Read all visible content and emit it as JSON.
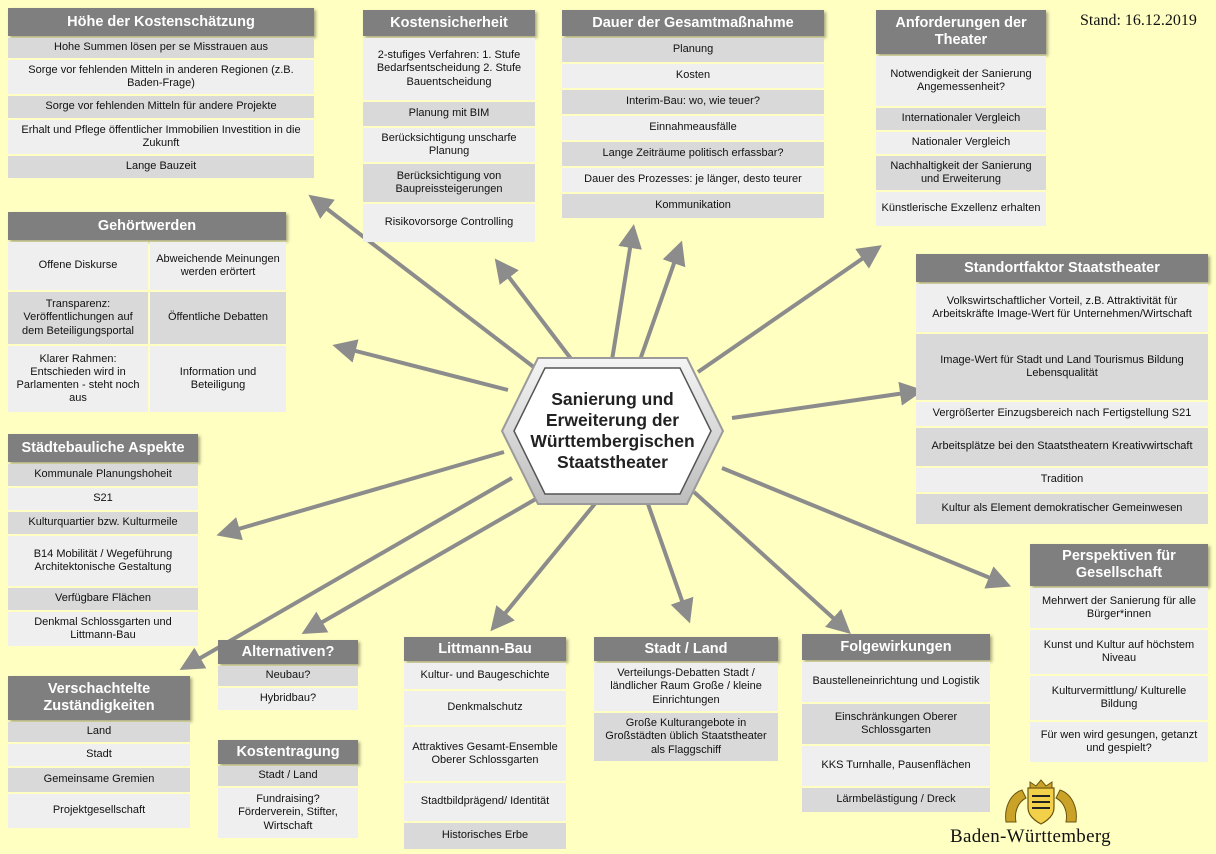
{
  "stand": "Stand: 16.12.2019",
  "center": [
    "Sanierung und",
    "Erweiterung der",
    "Württembergischen",
    "Staatstheater"
  ],
  "hoehe": {
    "title": "Höhe der Kostenschätzung",
    "items": [
      "Hohe Summen lösen per se Misstrauen aus",
      "Sorge vor fehlenden Mitteln in anderen Regionen (z.B. Baden-Frage)",
      "Sorge vor fehlenden Mitteln für andere Projekte",
      "Erhalt und Pflege öffentlicher Immobilien Investition in die Zukunft",
      "Lange Bauzeit"
    ]
  },
  "kostensicherheit": {
    "title": "Kostensicherheit",
    "items": [
      "2-stufiges Verfahren: 1. Stufe Bedarfsentscheidung 2. Stufe Bauentscheidung",
      "Planung mit BIM",
      "Berücksichtigung unscharfe Planung",
      "Berücksichtigung von Baupreissteigerungen",
      "Risikovorsorge Controlling"
    ]
  },
  "dauer": {
    "title": "Dauer der Gesamtmaßnahme",
    "items": [
      "Planung",
      "Kosten",
      "Interim-Bau: wo, wie teuer?",
      "Einnahmeausfälle",
      "Lange Zeiträume politisch erfassbar?",
      "Dauer des Prozesses: je länger, desto teurer",
      "Kommunikation"
    ]
  },
  "anforderungen": {
    "title": "Anforderungen der Theater",
    "items": [
      "Notwendigkeit der Sanierung Angemessenheit?",
      "Internationaler Vergleich",
      "Nationaler Vergleich",
      "Nachhaltigkeit der Sanierung und Erweiterung",
      "Künstlerische Exzellenz erhalten"
    ]
  },
  "gehoert": {
    "title": "Gehörtwerden",
    "items": [
      "Offene Diskurse",
      "Abweichende Meinungen werden erörtert",
      "Transparenz: Veröffentlichungen auf dem Beteiligungsportal",
      "Öffentliche Debatten",
      "Klarer Rahmen: Entschieden wird in Parlamenten - steht noch aus",
      "Information und Beteiligung"
    ]
  },
  "standort": {
    "title": "Standortfaktor Staatstheater",
    "items": [
      "Volkswirtschaftlicher Vorteil, z.B. Attraktivität für Arbeitskräfte Image-Wert für Unternehmen/Wirtschaft",
      "Image-Wert für Stadt und Land Tourismus Bildung Lebensqualität",
      "Vergrößerter Einzugsbereich nach Fertigstellung S21",
      "Arbeitsplätze bei den Staatstheatern Kreativwirtschaft",
      "Tradition",
      "Kultur als Element demokratischer Gemeinwesen"
    ]
  },
  "staedtebau": {
    "title": "Städtebauliche Aspekte",
    "items": [
      "Kommunale Planungshoheit",
      "S21",
      "Kulturquartier bzw. Kulturmeile",
      "B14 Mobilität / Wegeführung Architektonische Gestaltung",
      "Verfügbare Flächen",
      "Denkmal Schlossgarten und Littmann-Bau"
    ]
  },
  "perspektiven": {
    "title": "Perspektiven für Gesellschaft",
    "items": [
      "Mehrwert der Sanierung für alle Bürger*innen",
      "Kunst und Kultur auf höchstem Niveau",
      "Kulturvermittlung/ Kulturelle Bildung",
      "Für wen wird gesungen, getanzt und gespielt?"
    ]
  },
  "verschachtelt": {
    "title": "Verschachtelte Zuständigkeiten",
    "items": [
      "Land",
      "Stadt",
      "Gemeinsame Gremien",
      "Projektgesellschaft"
    ]
  },
  "alternativen": {
    "title": "Alternativen?",
    "items": [
      "Neubau?",
      "Hybridbau?"
    ]
  },
  "kostentragung": {
    "title": "Kostentragung",
    "items": [
      "Stadt / Land",
      "Fundraising? Förderverein, Stifter, Wirtschaft"
    ]
  },
  "littmann": {
    "title": "Littmann-Bau",
    "items": [
      "Kultur- und Baugeschichte",
      "Denkmalschutz",
      "Attraktives Gesamt-Ensemble Oberer Schlossgarten",
      "Stadtbildprägend/ Identität",
      "Historisches Erbe"
    ]
  },
  "stadtland": {
    "title": "Stadt / Land",
    "items": [
      "Verteilungs-Debatten Stadt / ländlicher Raum Große / kleine Einrichtungen",
      "Große Kulturangebote in Großstädten üblich Staatstheater als Flaggschiff"
    ]
  },
  "folge": {
    "title": "Folgewirkungen",
    "items": [
      "Baustelleneinrichtung und Logistik",
      "Einschränkungen Oberer Schlossgarten",
      "KKS Turnhalle, Pausenflächen",
      "Lärmbelästigung / Dreck"
    ]
  },
  "logo": {
    "text": "Baden-Württemberg"
  },
  "colors": {
    "background": "#ffffc2",
    "header": "#7f7f7f",
    "cell": "#d9d9d9",
    "arrow": "#8c8c8c"
  }
}
